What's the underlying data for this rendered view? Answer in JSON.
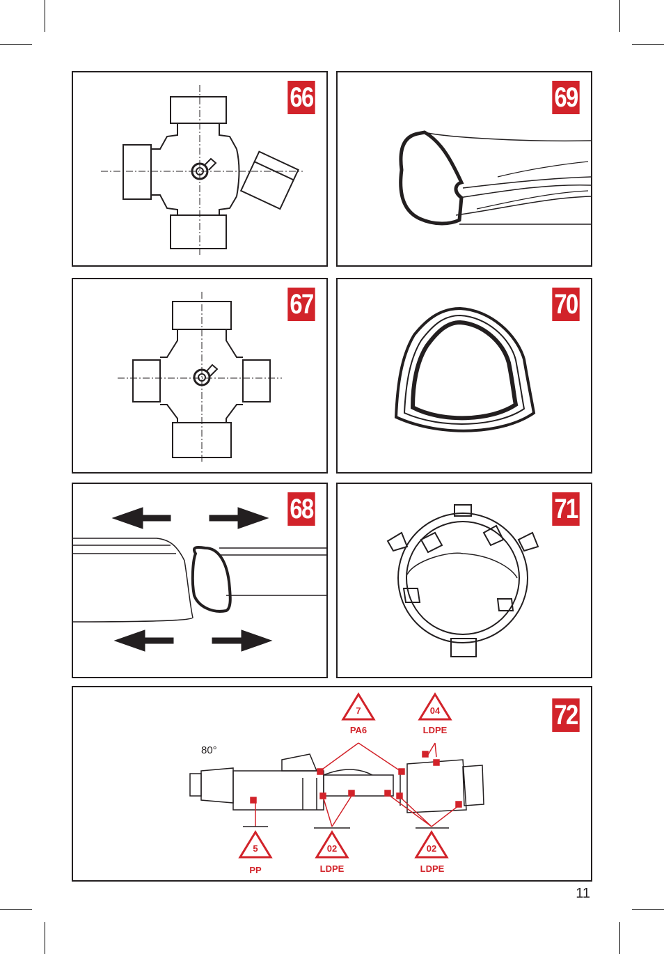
{
  "page": {
    "number": "11"
  },
  "figures": [
    {
      "id": "66"
    },
    {
      "id": "69"
    },
    {
      "id": "67"
    },
    {
      "id": "70"
    },
    {
      "id": "68"
    },
    {
      "id": "71"
    },
    {
      "id": "72"
    }
  ],
  "fig72": {
    "angle": "80°",
    "recycling": [
      {
        "code": "7",
        "material": "PA6"
      },
      {
        "code": "04",
        "material": "LDPE"
      },
      {
        "code": "5",
        "material": "PP"
      },
      {
        "code": "02",
        "material": "LDPE"
      },
      {
        "code": "02",
        "material": "LDPE"
      }
    ]
  },
  "colors": {
    "accent": "#d2232a",
    "ink": "#231f20"
  }
}
